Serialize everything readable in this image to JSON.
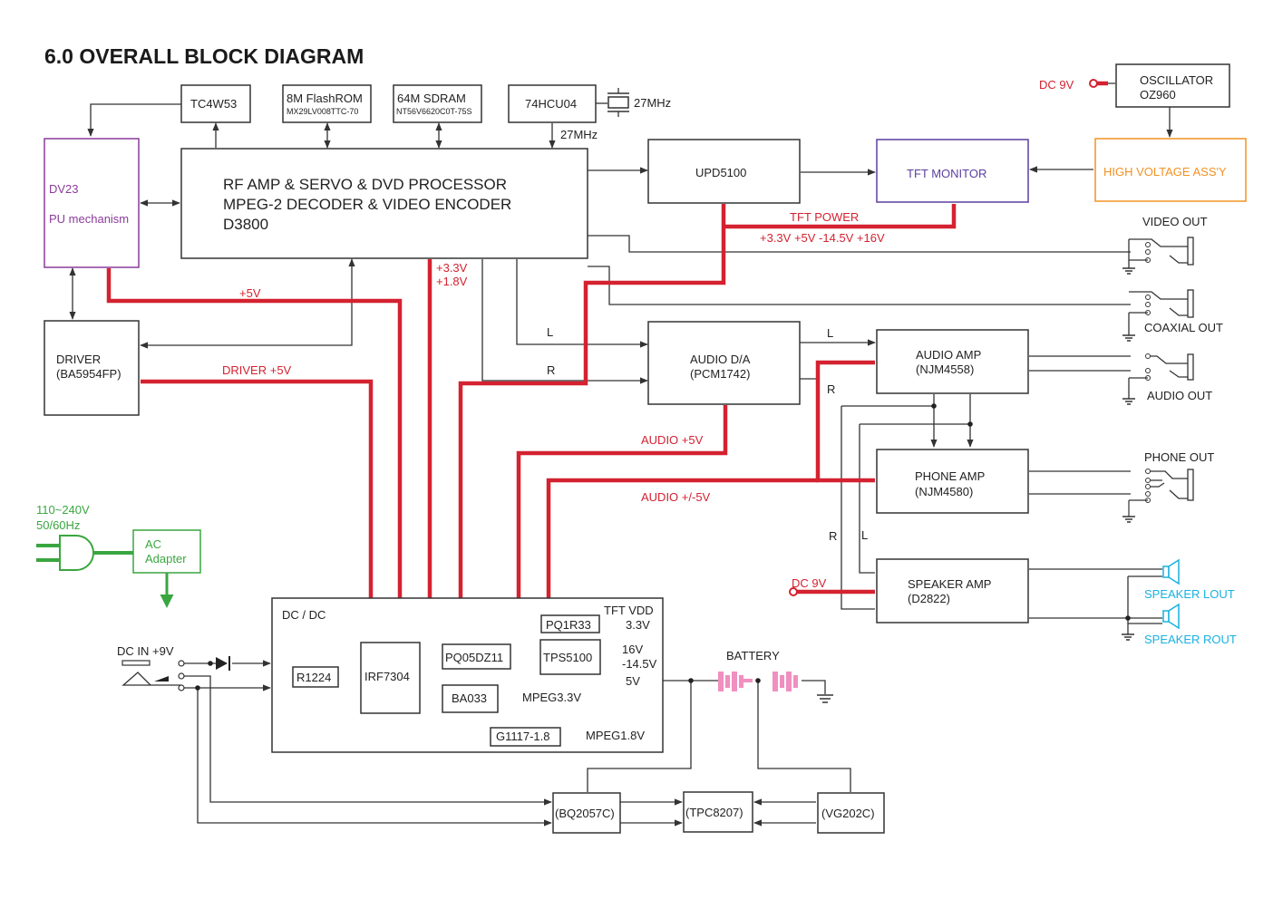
{
  "title": "6.0 OVERALL BLOCK DIAGRAM",
  "blocks": {
    "main_processor": [
      "RF AMP & SERVO  & DVD PROCESSOR",
      "MPEG-2  DECODER & VIDEO ENCODER",
      "D3800"
    ],
    "tc4w53": "TC4W53",
    "flashrom": [
      "8M FlashROM",
      "MX29LV008TTC-70"
    ],
    "sdram": [
      "64M SDRAM",
      "NT56V6620C0T-75S"
    ],
    "hcu04": "74HCU04",
    "crystal_27mhz": "27MHz",
    "clock_27mhz": "27MHz",
    "pu_mechanism": [
      "DV23",
      "PU mechanism"
    ],
    "driver": [
      "DRIVER",
      "(BA5954FP)"
    ],
    "upd5100": "UPD5100",
    "tft_monitor": "TFT MONITOR",
    "high_voltage": "HIGH VOLTAGE ASS'Y",
    "oscillator": [
      "OSCILLATOR",
      "OZ960"
    ],
    "dc_9v_top": "DC 9V",
    "audio_da": [
      "AUDIO D/A",
      "(PCM1742)"
    ],
    "audio_amp": [
      "AUDIO AMP",
      "(NJM4558)"
    ],
    "phone_amp": [
      "PHONE AMP",
      "(NJM4580)"
    ],
    "speaker_amp": [
      "SPEAKER AMP",
      "(D2822)"
    ],
    "dc_9v_speaker": "DC 9V",
    "ac_input": [
      "110~240V",
      "50/60Hz"
    ],
    "ac_adapter": [
      "AC",
      "Adapter"
    ],
    "dc_in": "DC IN +9V",
    "dcdc": {
      "title": "DC / DC",
      "tft_vdd": "TFT VDD",
      "r1224": "R1224",
      "irf7304": "IRF7304",
      "pq05dz11": "PQ05DZ11",
      "pq1r33": "PQ1R33",
      "tps5100": "TPS5100",
      "ba033": "BA033",
      "g1117": "G1117-1.8",
      "out_3v3": "3.3V",
      "out_16v": "16V",
      "out_m14v5": "-14.5V",
      "out_5v": "5V",
      "mpeg33": "MPEG3.3V",
      "mpeg18": "MPEG1.8V"
    },
    "battery": "BATTERY",
    "bq2057c": "(BQ2057C)",
    "tpc8207": "(TPC8207)",
    "vg202c": "(VG202C)"
  },
  "rails": {
    "plus5v": "+5V",
    "driver5v": "DRIVER +5V",
    "core_33": "+3.3V",
    "core_18": "+1.8V",
    "tft_power": "TFT POWER",
    "tft_voltages": "+3.3V +5V  -14.5V  +16V",
    "audio5v": "AUDIO +5V",
    "audio_pm5v": "AUDIO +/-5V"
  },
  "channels": {
    "l1": "L",
    "r1": "R",
    "l2": "L",
    "r2": "R",
    "r3": "R",
    "l3": "L"
  },
  "outputs": {
    "video_out": "VIDEO OUT",
    "coaxial_out": "COAXIAL OUT",
    "audio_out": "AUDIO OUT",
    "phone_out": "PHONE OUT",
    "speaker_lout": "SPEAKER LOUT",
    "speaker_rout": "SPEAKER ROUT"
  },
  "colors": {
    "power_rail": "#d42231",
    "pu_mechanism": "#8b3c9b",
    "tft_monitor": "#5b3fa0",
    "high_voltage": "#f29223",
    "ac_power": "#3aa63f",
    "speaker": "#1ab1e0",
    "battery": "#f08fc0"
  }
}
